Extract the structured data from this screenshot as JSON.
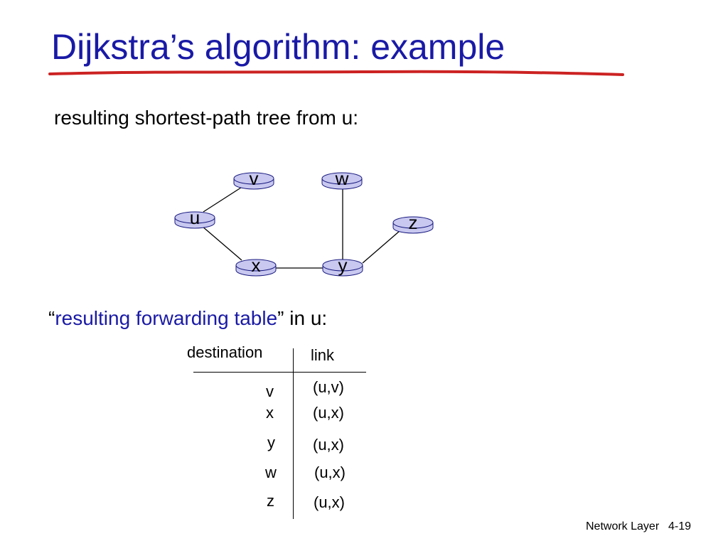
{
  "slide": {
    "title": "Dijkstra’s algorithm: example",
    "subtitle": "resulting shortest-path tree from u:",
    "title_color": "#1a1aa6",
    "underline_color": "#cc2222"
  },
  "graph": {
    "node_fill": "#c8c8f0",
    "nodes": {
      "u": "u",
      "v": "v",
      "w": "w",
      "x": "x",
      "y": "y",
      "z": "z"
    },
    "edges": [
      [
        "u",
        "v"
      ],
      [
        "u",
        "x"
      ],
      [
        "x",
        "y"
      ],
      [
        "y",
        "w"
      ],
      [
        "y",
        "z"
      ]
    ]
  },
  "forwarding_table": {
    "heading_open_quote": "“",
    "heading_accent": "resulting forwarding table",
    "heading_rest": "” in u:",
    "col_destination": "destination",
    "col_link": "link",
    "rows": [
      {
        "destination": "v",
        "link": "(u,v)"
      },
      {
        "destination": "x",
        "link": "(u,x)"
      },
      {
        "destination": "y",
        "link": "(u,x)"
      },
      {
        "destination": "w",
        "link": "(u,x)"
      },
      {
        "destination": "z",
        "link": "(u,x)"
      }
    ]
  },
  "footer": {
    "section": "Network Layer",
    "page": "4-19"
  }
}
